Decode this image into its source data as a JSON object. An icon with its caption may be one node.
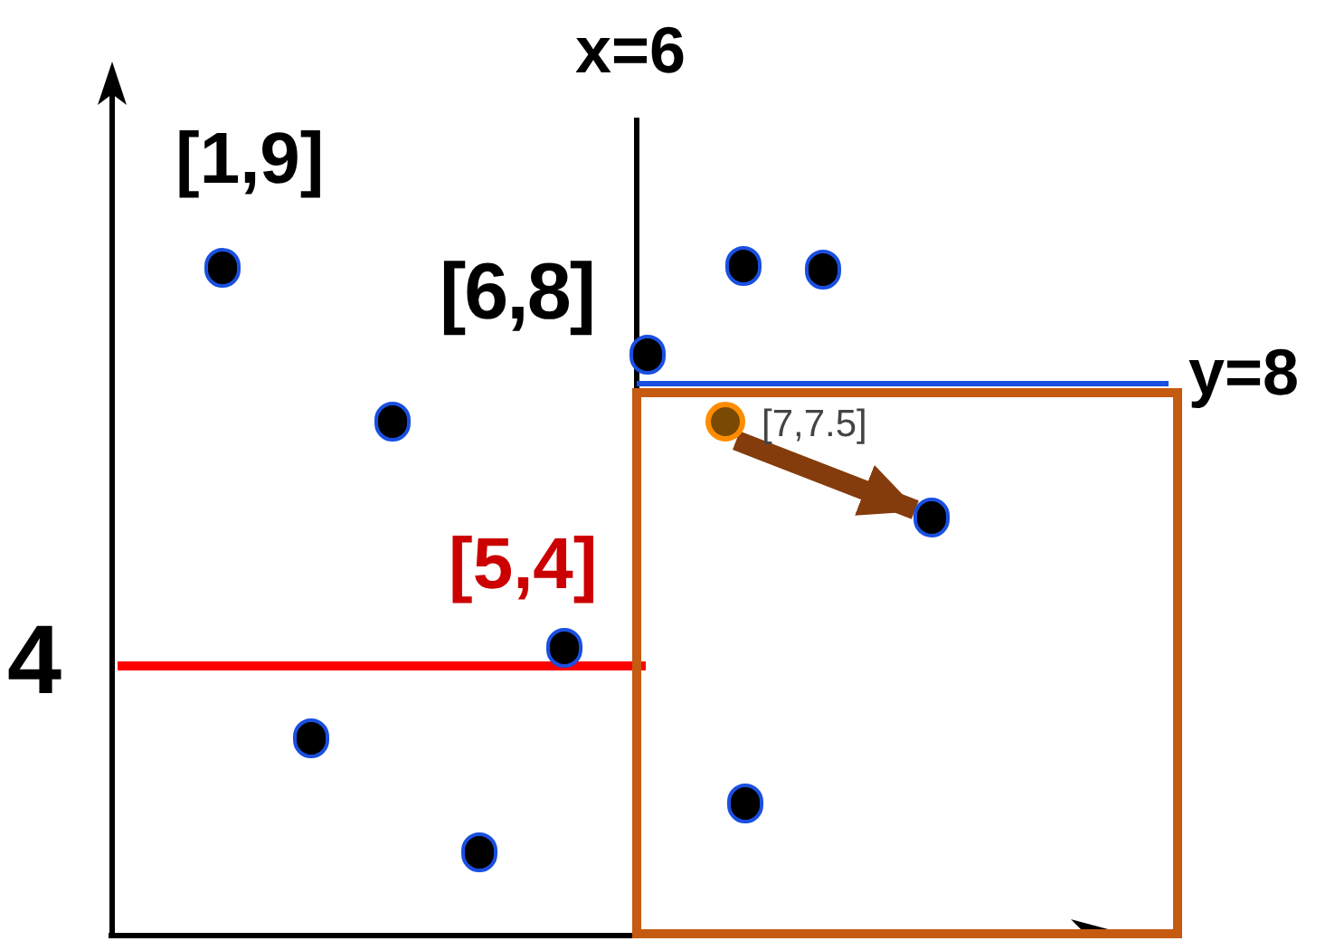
{
  "diagram": {
    "nodes": [
      {
        "text": [],
        "shape": "circle"
      },
      {
        "text": [],
        "shape": "circle"
      },
      {
        "text": [],
        "shape": "circle"
      },
      {
        "text": [],
        "shape": "circle"
      },
      {
        "text": [],
        "shape": "circle"
      },
      {
        "text": [],
        "shape": "circle"
      },
      {
        "text": [],
        "shape": "circle",
        "beside": [
          "[7,7.5]"
        ]
      },
      {
        "text": [],
        "shape": "circle"
      },
      {
        "text": [],
        "shape": "circle"
      },
      {
        "text": [],
        "shape": "circle"
      },
      {
        "text": [],
        "shape": "circle"
      }
    ],
    "edges": [
      {
        "from": 6,
        "to": 10,
        "arrow": "to",
        "color": "#843c0c"
      }
    ],
    "labels": [
      "x=6",
      "[1,9]",
      "[6,8]",
      "y=8",
      "[5,4]",
      "4"
    ]
  }
}
